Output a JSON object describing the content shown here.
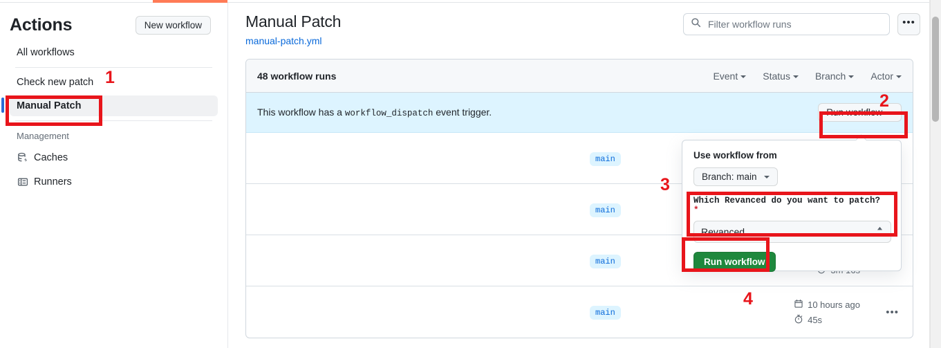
{
  "sidebar": {
    "title": "Actions",
    "new_workflow_label": "New workflow",
    "items": [
      {
        "label": "All workflows",
        "icon": "",
        "selected": false
      },
      {
        "label": "Check new patch",
        "icon": "",
        "selected": false
      },
      {
        "label": "Manual Patch",
        "icon": "",
        "selected": true
      }
    ],
    "management_header": "Management",
    "management_items": [
      {
        "label": "Caches",
        "icon": "cache-icon"
      },
      {
        "label": "Runners",
        "icon": "runners-icon"
      }
    ]
  },
  "header": {
    "title": "Manual Patch",
    "subtitle": "manual-patch.yml",
    "search_placeholder": "Filter workflow runs",
    "search_value": "",
    "search_icon": "search-icon",
    "kebab_label": "•••"
  },
  "table": {
    "runs_count_label": "48 workflow runs",
    "filters": [
      {
        "label": "Event"
      },
      {
        "label": "Status"
      },
      {
        "label": "Branch"
      },
      {
        "label": "Actor"
      }
    ],
    "dispatch_banner": {
      "text_before": "This workflow has a",
      "code": "workflow_dispatch",
      "text_after": "event trigger.",
      "run_button_label": "Run workflow"
    },
    "rows": [
      {
        "branch": "main",
        "date": "",
        "duration": ""
      },
      {
        "branch": "main",
        "date": "",
        "duration": ""
      },
      {
        "branch": "main",
        "date": "",
        "duration": "3m 16s"
      },
      {
        "branch": "main",
        "date": "10 hours ago",
        "duration": "45s"
      }
    ]
  },
  "run_workflow_panel": {
    "use_workflow_from_label": "Use workflow from",
    "branch_button_label": "Branch: main",
    "input_label": "Which Revanced do you want to patch?",
    "required_marker": "*",
    "select_value": "Revanced",
    "submit_label": "Run workflow"
  },
  "annotations": [
    {
      "number": "1"
    },
    {
      "number": "2"
    },
    {
      "number": "3"
    },
    {
      "number": "4"
    }
  ],
  "colors": {
    "accent_blue": "#0969da",
    "selected_bar": "#2b6cd4",
    "annotation_red": "#e8151b",
    "green": "#1f883d",
    "banner_blue": "#ddf4ff",
    "top_orange": "#ff7b56"
  }
}
